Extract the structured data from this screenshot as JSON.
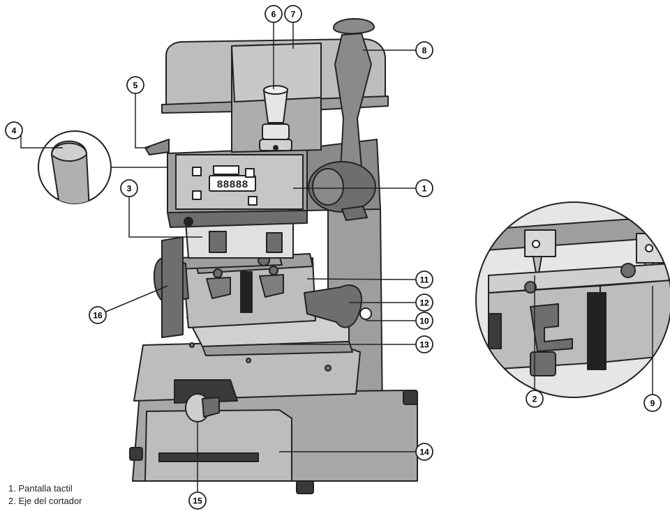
{
  "colors": {
    "outline": "#222222",
    "body_light": "#bdbdbd",
    "body_mid": "#9e9e9e",
    "body_dark": "#6e6e6e",
    "shadow": "#3a3a3a",
    "metal": "#d9d9d9",
    "display": "#ffffff"
  },
  "display": {
    "digits": "88888"
  },
  "callouts": [
    {
      "id": "1",
      "label": "1"
    },
    {
      "id": "2",
      "label": "2"
    },
    {
      "id": "3",
      "label": "3"
    },
    {
      "id": "4",
      "label": "4"
    },
    {
      "id": "5",
      "label": "5"
    },
    {
      "id": "6",
      "label": "6"
    },
    {
      "id": "7",
      "label": "7"
    },
    {
      "id": "8",
      "label": "8"
    },
    {
      "id": "9",
      "label": "9"
    },
    {
      "id": "10",
      "label": "10"
    },
    {
      "id": "11",
      "label": "11"
    },
    {
      "id": "12",
      "label": "12"
    },
    {
      "id": "13",
      "label": "13"
    },
    {
      "id": "14",
      "label": "14"
    },
    {
      "id": "15",
      "label": "15"
    },
    {
      "id": "16",
      "label": "16"
    }
  ],
  "legend": [
    "1. Pantalla tactil",
    "2. Eje del cortador"
  ]
}
